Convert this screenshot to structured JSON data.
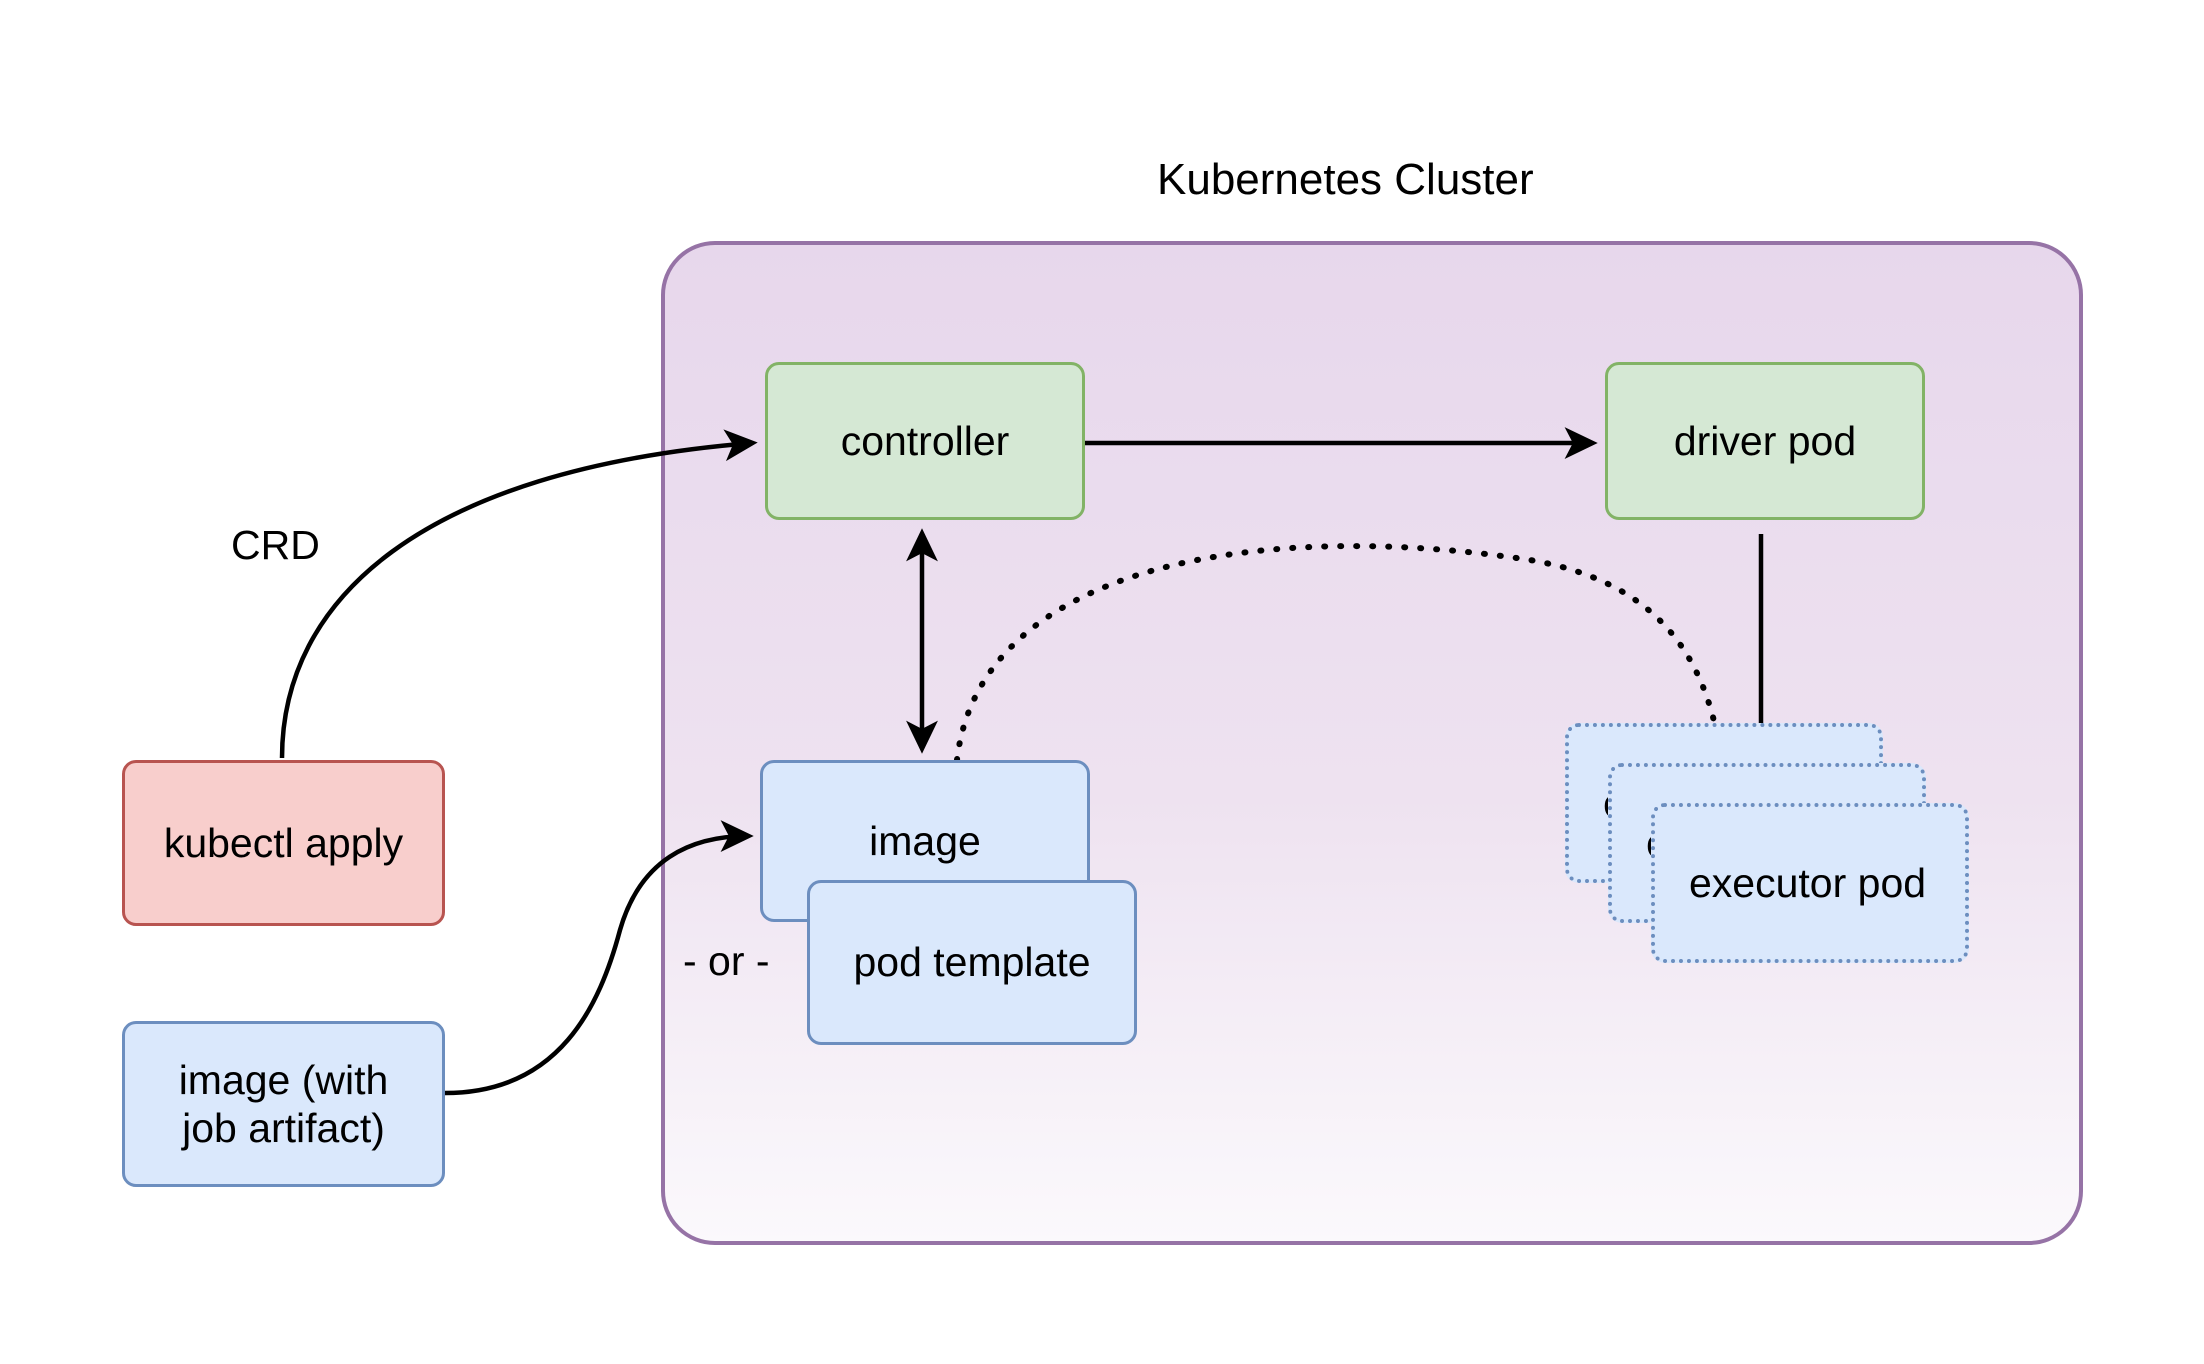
{
  "diagram": {
    "title": "Kubernetes Cluster",
    "cluster_boundary": {
      "name": "Kubernetes Cluster",
      "fill_top": "#e7d7ec",
      "fill_bottom": "#fbf9fc",
      "border_color": "#9673a6"
    },
    "colors": {
      "green_fill": "#d5e8d4",
      "green_border": "#82b366",
      "red_fill": "#f8cecc",
      "red_border": "#b85450",
      "blue_fill": "#dae8fc",
      "blue_border": "#6c8ebf",
      "purple_border": "#9673a6",
      "edge_color": "#000000"
    },
    "nodes": {
      "controller": {
        "label": "controller",
        "style": "green"
      },
      "driver_pod": {
        "label": "driver pod",
        "style": "green"
      },
      "kubectl_apply": {
        "label": "kubectl apply",
        "style": "red"
      },
      "image_job_artifact": {
        "label": "image (with\njob artifact)",
        "style": "blue"
      },
      "image": {
        "label": "image",
        "style": "blue"
      },
      "pod_template": {
        "label": "pod template",
        "style": "blue"
      },
      "executor_pod_back": {
        "label": "executor pod",
        "style": "blue-dotted"
      },
      "executor_pod_mid": {
        "label": "executor pod",
        "style": "blue-dotted"
      },
      "executor_pod_front": {
        "label": "executor pod",
        "style": "blue-dotted"
      }
    },
    "edge_labels": {
      "crd": "CRD",
      "or": "- or -"
    },
    "edges": [
      {
        "from": "kubectl apply",
        "to": "controller",
        "label": "CRD",
        "style": "solid-curve",
        "arrow": "end"
      },
      {
        "from": "controller",
        "to": "driver pod",
        "label": "",
        "style": "solid-straight",
        "arrow": "end"
      },
      {
        "from": "controller",
        "to": "image",
        "label": "",
        "style": "solid-straight",
        "arrow": "both"
      },
      {
        "from": "image",
        "to": "executor pod",
        "label": "",
        "style": "dotted-curve",
        "arrow": "end"
      },
      {
        "from": "driver pod",
        "to": "executor pod",
        "label": "",
        "style": "solid-straight",
        "arrow": "end"
      },
      {
        "from": "image (with job artifact)",
        "to": "image",
        "label": "",
        "style": "solid-curve",
        "arrow": "end"
      }
    ]
  }
}
